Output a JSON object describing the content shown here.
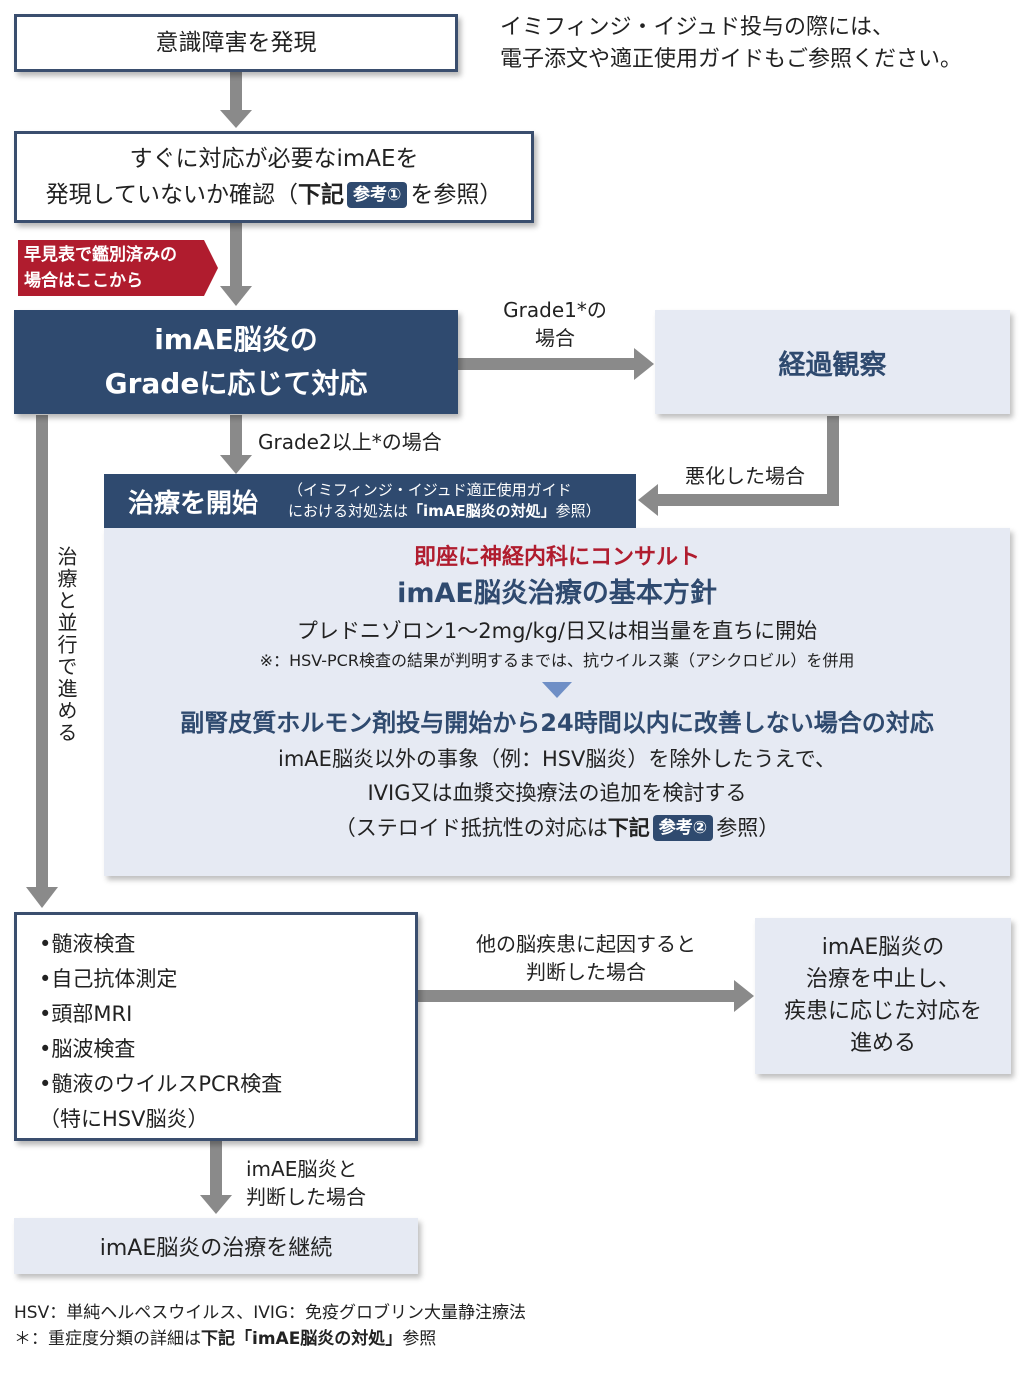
{
  "colors": {
    "navy": "#2f4a6f",
    "light_box": "#e6eaf3",
    "arrow": "#8a8a8a",
    "accent_red": "#b01c2e",
    "tag_red": "#b01c2e"
  },
  "top_note": {
    "line1": "イミフィンジ・イジュド投与の際には、",
    "line2": "電子添文や適正使用ガイドもご参照ください。"
  },
  "step1": {
    "text": "意識障害を発現"
  },
  "step2": {
    "line1": "すぐに対応が必要なimAEを",
    "line2_pre": "発現していないか確認（",
    "line2_bold": "下記",
    "badge": "参考①",
    "line2_post": "を参照）"
  },
  "tag": {
    "line1": "早見表で鑑別済みの",
    "line2": "場合はここから"
  },
  "grade_box": {
    "line1": "imAE脳炎の",
    "line2": "Gradeに応じて対応"
  },
  "grade1_label": {
    "line1": "Grade1*の",
    "line2": "場合"
  },
  "observe_box": {
    "text": "経過観察"
  },
  "grade2_label": {
    "text": "Grade2以上*の場合"
  },
  "worsen_label": {
    "text": "悪化した場合"
  },
  "treat_header": {
    "title": "治療を開始",
    "note_line1": "（イミフィンジ・イジュド適正使用ガイド",
    "note_line2_pre": "における対処法は",
    "note_line2_bold": "「imAE脳炎の対処」",
    "note_line2_post": "参照）"
  },
  "treat_body": {
    "consult": "即座に神経内科にコンサルト",
    "policy_title": "imAE脳炎治療の基本方針",
    "policy_text": "プレドニゾロン1〜2mg/kg/日又は相当量を直ちに開始",
    "policy_note": "※：HSV-PCR検査の結果が判明するまでは、抗ウイルス薬（アシクロビル）を併用",
    "steroid_title": "副腎皮質ホルモン剤投与開始から24時間以内に改善しない場合の対応",
    "steroid_line1": "imAE脳炎以外の事象（例：HSV脳炎）を除外したうえで、",
    "steroid_line2": "IVIG又は血漿交換療法の追加を検討する",
    "steroid_line3_pre": "（ステロイド抵抗性の対応は",
    "steroid_line3_bold": "下記",
    "steroid_badge": "参考②",
    "steroid_line3_post": "参照）"
  },
  "parallel_label": {
    "text": "治療と並行で進める"
  },
  "exam_box": {
    "items": [
      "•髄液検査",
      "•自己抗体測定",
      "•頭部MRI",
      "•脳波検査",
      "•髄液のウイルスPCR検査"
    ],
    "last_sub": "（特にHSV脳炎）"
  },
  "other_label": {
    "line1": "他の脳疾患に起因すると",
    "line2": "判断した場合"
  },
  "stop_box": {
    "line1": "imAE脳炎の",
    "line2": "治療を中止し、",
    "line3": "疾患に応じた対応を",
    "line4": "進める"
  },
  "judge_label": {
    "line1": "imAE脳炎と",
    "line2": "判断した場合"
  },
  "continue_box": {
    "text": "imAE脳炎の治療を継続"
  },
  "footnotes": {
    "line1": "HSV：単純ヘルペスウイルス、IVIG：免疫グロブリン大量静注療法",
    "line2_pre": "＊：重症度分類の詳細は",
    "line2_bold": "下記「imAE脳炎の対処」",
    "line2_post": "参照"
  }
}
